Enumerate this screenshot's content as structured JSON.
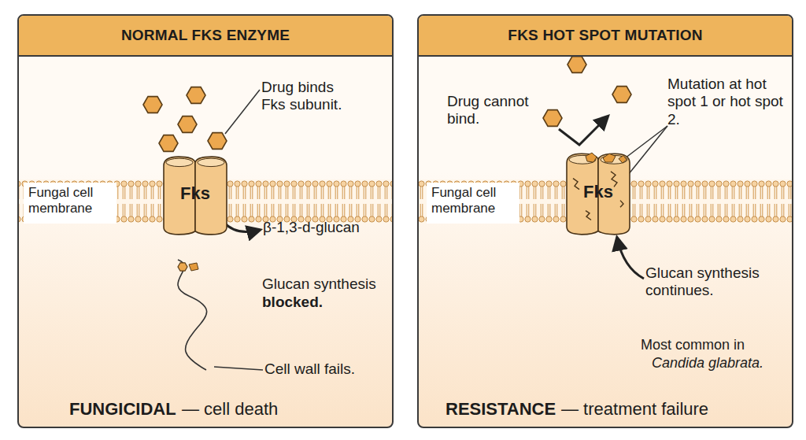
{
  "diagram": {
    "nodes": [
      {
        "text": [
          "NORMAL FKS ENZYME"
        ]
      },
      {
        "text": [
          "Fungal cell membrane"
        ],
        "in": 0
      },
      {
        "text": [
          "Fks"
        ],
        "in": 0
      },
      {
        "text": [
          "FKS HOT SPOT MUTATION"
        ]
      },
      {
        "text": [
          "Fungal cell membrane"
        ],
        "in": 3
      },
      {
        "text": [
          "Fks"
        ],
        "in": 3
      }
    ],
    "labels": [
      "Drug binds Fks subunit.",
      "β-1,3-d-glucan",
      "Glucan synthesis",
      "blocked.",
      "Cell wall fails.",
      "FUNGICIDAL",
      "— cell death",
      "Drug cannot bind.",
      "Mutation at hot spot 1 or hot spot 2.",
      "Glucan synthesis continues.",
      "Most common in",
      "Candida glabrata.",
      "RESISTANCE",
      "— treatment failure"
    ]
  }
}
